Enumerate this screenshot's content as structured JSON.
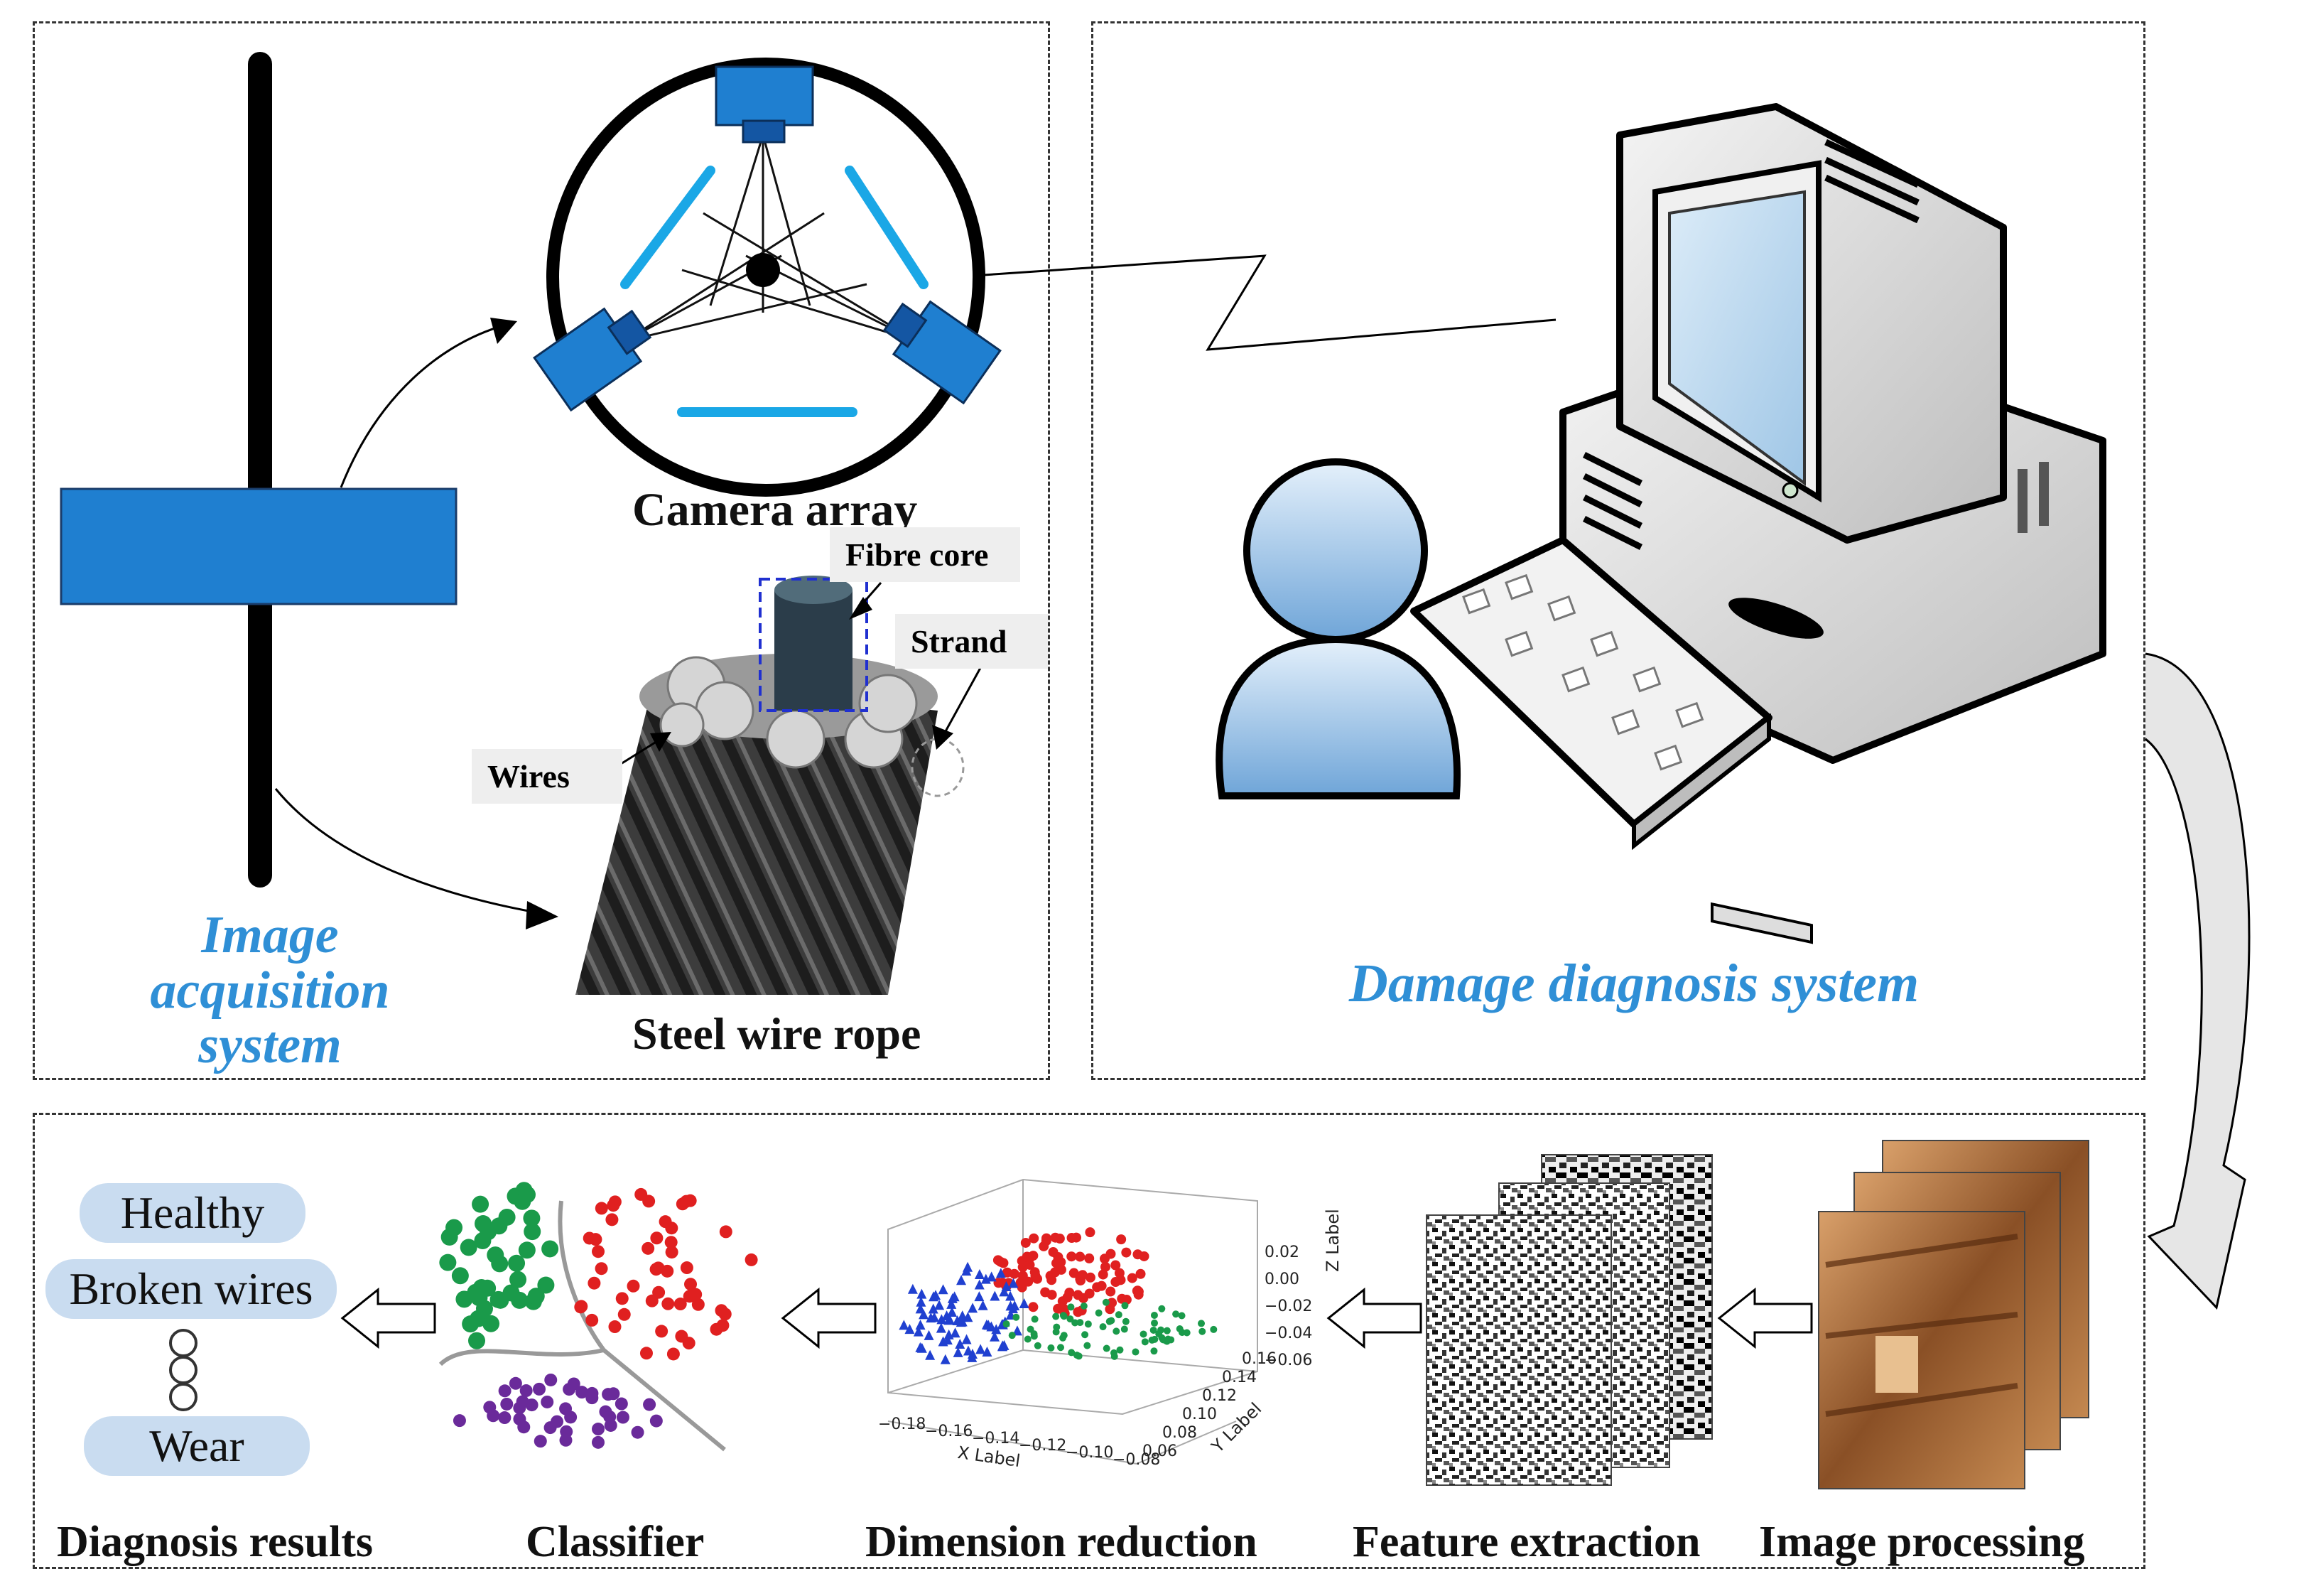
{
  "acquisition": {
    "title_line1": "Image",
    "title_line2": "acquisition",
    "title_line3": "system",
    "camera_label": "Camera array",
    "rope_label": "Steel wire rope",
    "callouts": {
      "fibre_core": "Fibre core",
      "strand": "Strand",
      "wires": "Wires"
    }
  },
  "diagnosis": {
    "title": "Damage diagnosis system"
  },
  "pipeline": {
    "steps": [
      "Diagnosis results",
      "Classifier",
      "Dimension reduction",
      "Feature extraction",
      "Image processing"
    ],
    "results": [
      "Healthy",
      "Broken wires",
      "Wear"
    ]
  },
  "plot3d": {
    "xlabel": "X Label",
    "ylabel": "Y Label",
    "zlabel": "Z Label",
    "xticks": [
      "−0.18",
      "−0.16",
      "−0.14",
      "−0.12",
      "−0.10",
      "−0.08"
    ],
    "yticks": [
      "0.06",
      "0.08",
      "0.10",
      "0.12",
      "0.14",
      "0.16"
    ],
    "zticks": [
      "0.02",
      "0.00",
      "−0.02",
      "−0.04",
      "−0.06"
    ]
  },
  "colors": {
    "accent_blue": "#2f8fd6",
    "camera_blue": "#1f7fd0",
    "light_blue": "#1aa7e6",
    "pill": "#c9dcf0",
    "cluster_red": "#e02020",
    "cluster_green": "#1a9a4a",
    "cluster_purple": "#6a2a9a",
    "cluster_blue": "#2040d0"
  }
}
